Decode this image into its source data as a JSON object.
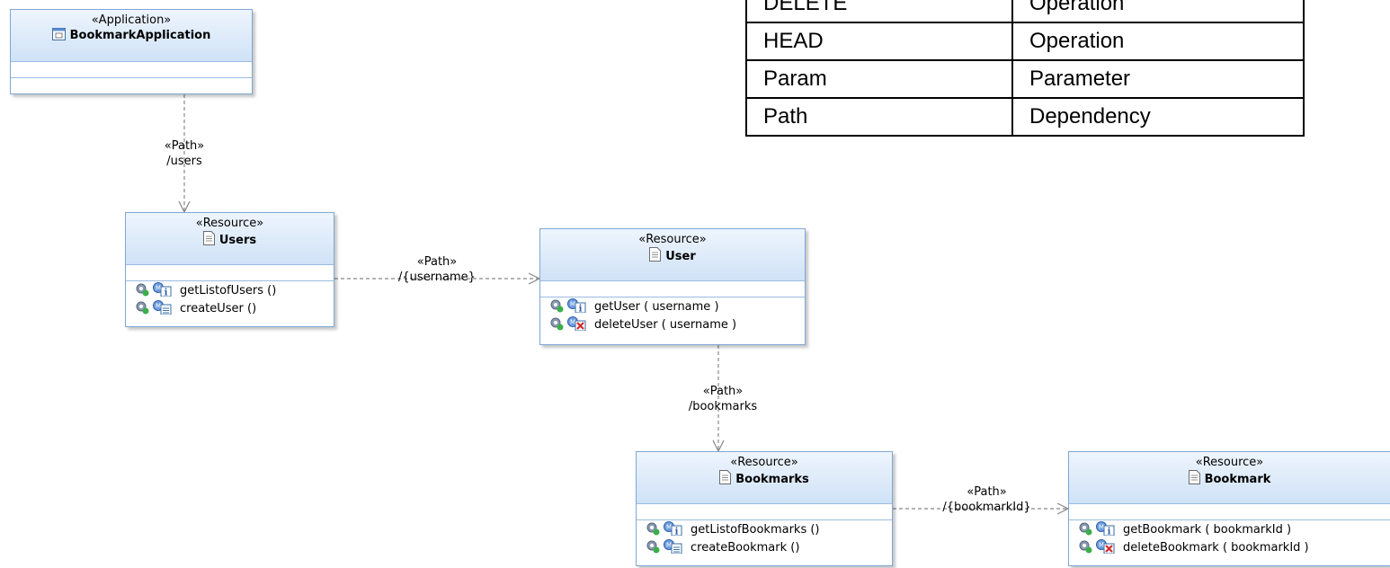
{
  "legend_table": {
    "rows": [
      {
        "keyword": "DELETE",
        "element": "Operation"
      },
      {
        "keyword": "HEAD",
        "element": "Operation"
      },
      {
        "keyword": "Param",
        "element": "Parameter"
      },
      {
        "keyword": "Path",
        "element": "Dependency"
      }
    ]
  },
  "classes": {
    "bookmark_application": {
      "stereotype": "«Application»",
      "name": "BookmarkApplication"
    },
    "users": {
      "stereotype": "«Resource»",
      "name": "Users",
      "operations": [
        {
          "signature": "getListofUsers ()",
          "type_icon": "info-icon"
        },
        {
          "signature": "createUser ()",
          "type_icon": "document-icon"
        }
      ]
    },
    "user": {
      "stereotype": "«Resource»",
      "name": "User",
      "operations": [
        {
          "signature": "getUser ( username )",
          "type_icon": "info-icon"
        },
        {
          "signature": "deleteUser ( username )",
          "type_icon": "delete-icon"
        }
      ]
    },
    "bookmarks": {
      "stereotype": "«Resource»",
      "name": "Bookmarks",
      "operations": [
        {
          "signature": "getListofBookmarks ()",
          "type_icon": "info-icon"
        },
        {
          "signature": "createBookmark ()",
          "type_icon": "document-icon"
        }
      ]
    },
    "bookmark": {
      "stereotype": "«Resource»",
      "name": "Bookmark",
      "operations": [
        {
          "signature": "getBookmark ( bookmarkId )",
          "type_icon": "info-icon"
        },
        {
          "signature": "deleteBookmark ( bookmarkId )",
          "type_icon": "delete-icon"
        }
      ]
    }
  },
  "connectors": [
    {
      "stereotype": "«Path»",
      "path": "/users"
    },
    {
      "stereotype": "«Path»",
      "path": "/{username}"
    },
    {
      "stereotype": "«Path»",
      "path": "/bookmarks"
    },
    {
      "stereotype": "«Path»",
      "path": "/{bookmarkId}"
    }
  ],
  "colors": {
    "class_border": "#7fa7d4",
    "header_gradient_top": "#eef5fd",
    "header_gradient_bottom": "#cfe2f7",
    "connector": "#888888"
  }
}
